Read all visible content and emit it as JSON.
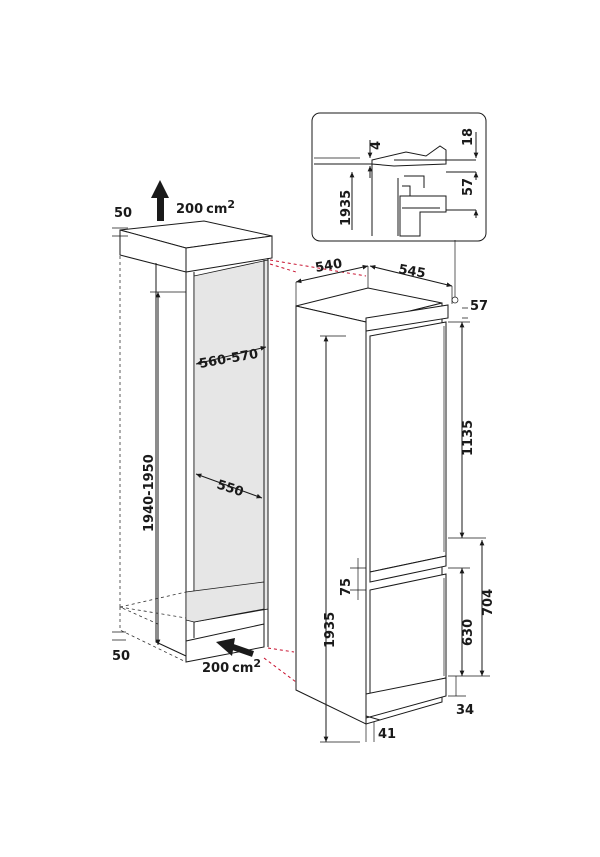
{
  "dimensions": {
    "vent_area_top": "200",
    "vent_area_bottom": "200",
    "vent_unit": "cm",
    "vent_exponent": "2",
    "top_clearance": "50",
    "bottom_clearance": "50",
    "niche_height": "1940-1950",
    "niche_width": "560-570",
    "niche_depth": "550",
    "appliance_width": "540",
    "appliance_depth": "545",
    "top_offset": "57",
    "fridge_door_height": "1135",
    "appliance_height": "1935",
    "door_gap": "75",
    "freezer_height": "704",
    "freezer_door_height": "630",
    "plinth_height": "34",
    "foot_offset": "41"
  },
  "detail": {
    "gap_top": "4",
    "edge_top": "18",
    "height": "1935",
    "edge_lower": "57"
  }
}
